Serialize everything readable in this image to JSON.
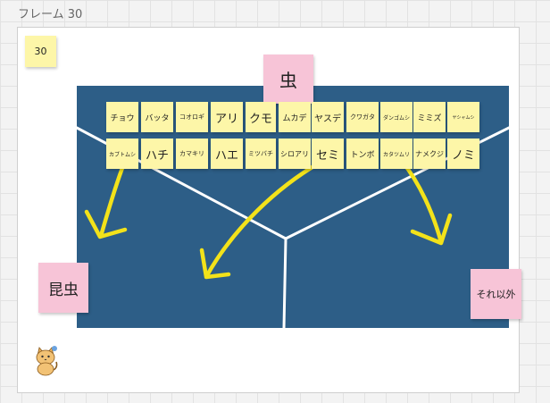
{
  "frame": {
    "title": "フレーム 30"
  },
  "frame_number_note": "30",
  "header_note": "虫",
  "categories": {
    "left": "昆虫",
    "right": "それ以外"
  },
  "colors": {
    "board": "#2d5e87",
    "sticky_yellow": "#fdf6a8",
    "sticky_pink": "#f7c4d7",
    "arrow": "#f3e21a",
    "divider": "#ffffff"
  },
  "row1": [
    "チョウ",
    "バッタ",
    "コオロギ",
    "アリ",
    "クモ",
    "ムカデ",
    "ヤスデ",
    "クワガタ",
    "ダンゴムシ",
    "ミミズ",
    "ヤシャムシ"
  ],
  "row2": [
    "カブトムシ",
    "ハチ",
    "カマキリ",
    "ハエ",
    "ミツバチ",
    "シロアリ",
    "セミ",
    "トンボ",
    "カタツムリ",
    "ナメクジ",
    "ノミ"
  ],
  "avatar_icon": "cat-icon"
}
